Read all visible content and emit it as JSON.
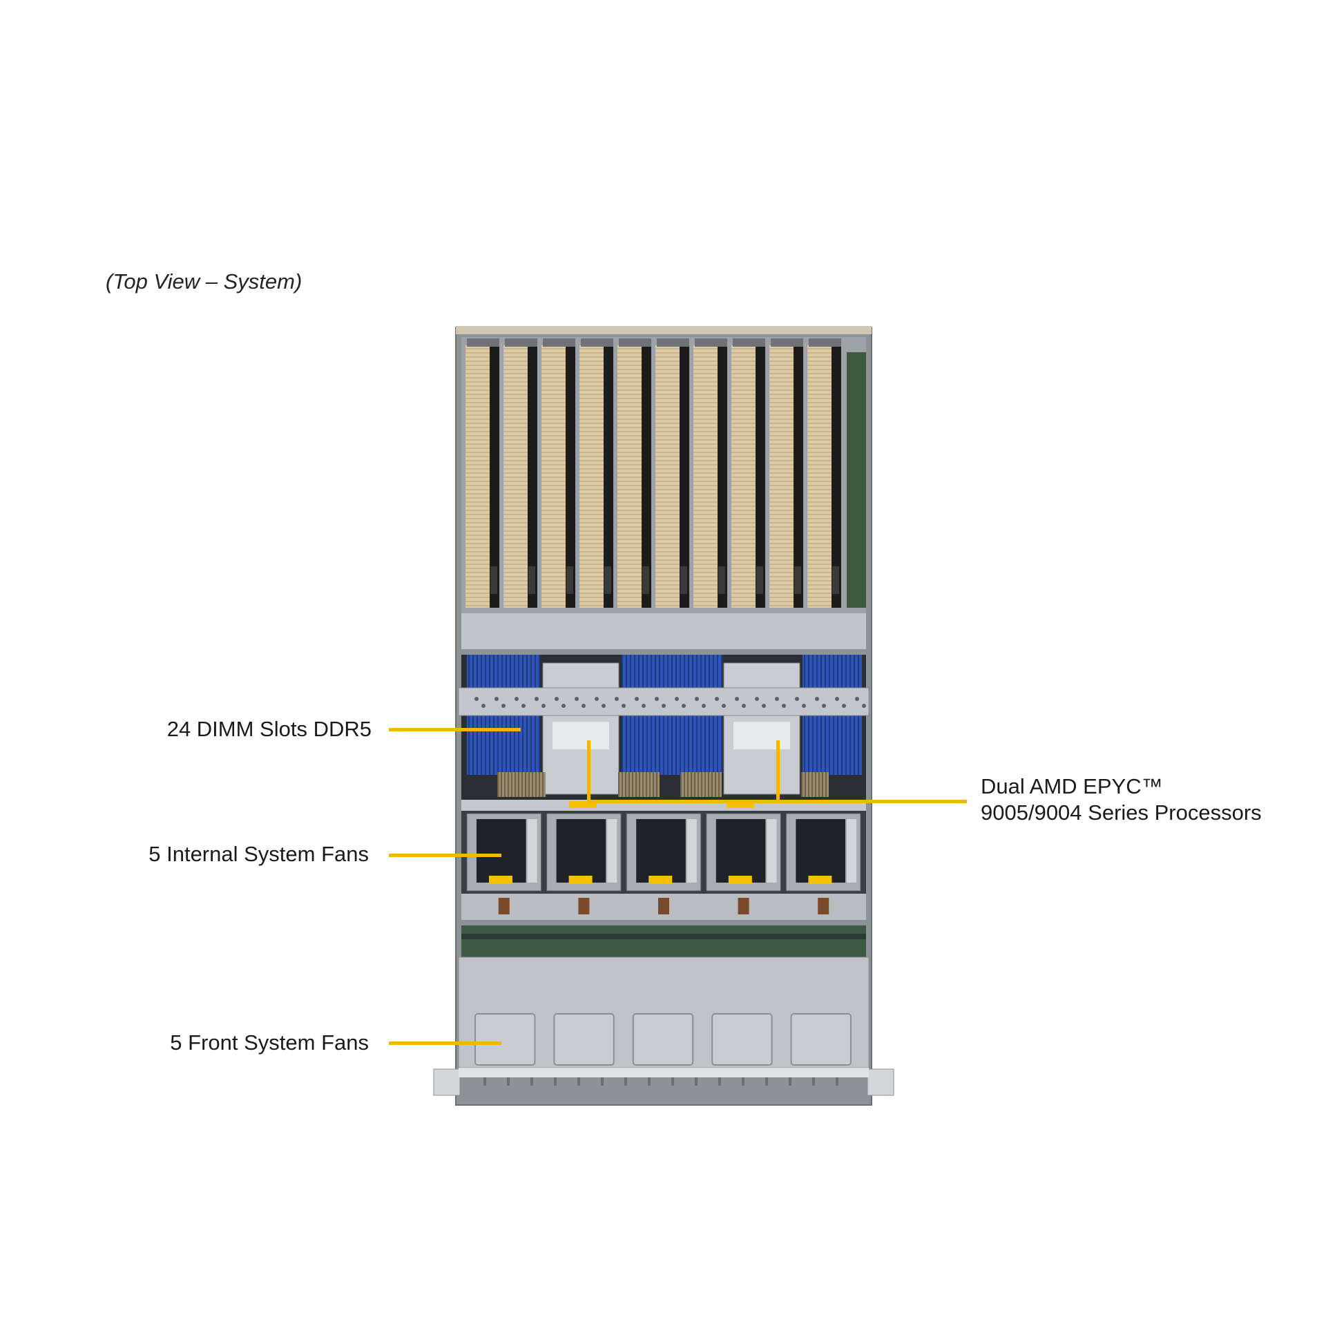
{
  "caption": "(Top View – System)",
  "callouts": {
    "dimm": "24 DIMM Slots DDR5",
    "internal_fans": "5 Internal System Fans",
    "front_fans": "5 Front System Fans",
    "cpu_line1": "Dual AMD EPYC™",
    "cpu_line2": "9005/9004 Series Processors"
  },
  "counts": {
    "gpus": 10,
    "internal_fans": 5,
    "front_fans": 5
  },
  "colors": {
    "callout_line": "#f2b705",
    "gpu_gold": "#d9c7a4",
    "gpu_black": "#1c1c1c",
    "dimm_blue": "#2c54b8",
    "chassis_gray": "#b8bcc0"
  }
}
